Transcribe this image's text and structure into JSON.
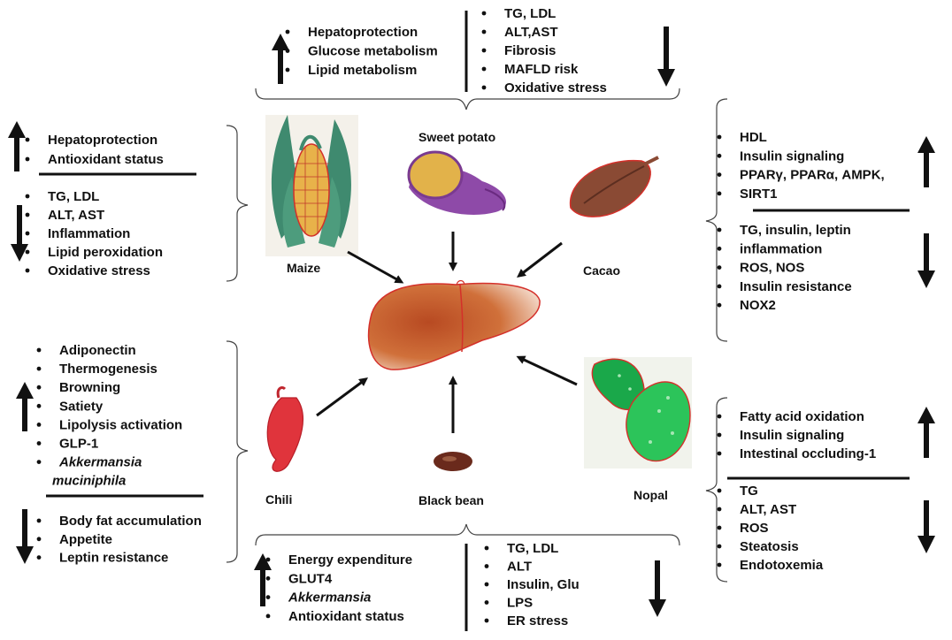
{
  "food_labels": {
    "maize": "Maize",
    "sweet_potato": "Sweet potato",
    "cacao": "Cacao",
    "chili": "Chili",
    "black_bean": "Black bean",
    "nopal": "Nopal"
  },
  "panels": {
    "top_up": [
      "Hepatoprotection",
      "Glucose metabolism",
      "Lipid metabolism"
    ],
    "top_down": [
      "TG, LDL",
      "ALT,AST",
      "Fibrosis",
      "MAFLD risk",
      "Oxidative stress"
    ],
    "maize_up": [
      "Hepatoprotection",
      "Antioxidant status"
    ],
    "maize_down": [
      "TG, LDL",
      "ALT, AST",
      "Inflammation",
      "Lipid peroxidation",
      "Oxidative stress"
    ],
    "cacao_up": [
      "HDL",
      "Insulin signaling",
      "PPARγ, PPARα, AMPK,",
      "SIRT1"
    ],
    "cacao_down": [
      "TG, insulin, leptin",
      "inflammation",
      "ROS, NOS",
      "Insulin resistance",
      "NOX2"
    ],
    "chili_up": [
      "Adiponectin",
      "Thermogenesis",
      "Browning",
      "Satiety",
      "Lipolysis activation",
      "GLP-1",
      "Akkermansia",
      "muciniphila"
    ],
    "chili_down": [
      "Body fat accumulation",
      "Appetite",
      "Leptin resistance"
    ],
    "nopal_up": [
      "Fatty acid oxidation",
      "Insulin signaling",
      "Intestinal occluding-1"
    ],
    "nopal_down": [
      "TG",
      "ALT, AST",
      "ROS",
      "Steatosis",
      "Endotoxemia"
    ],
    "bean_up": [
      "Energy expenditure",
      "GLUT4",
      "Akkermansia",
      "Antioxidant status"
    ],
    "bean_down": [
      "TG, LDL",
      "ALT",
      "Insulin, Glu",
      "LPS",
      "ER stress"
    ]
  },
  "colors": {
    "liver": "#c8602e",
    "liver_outline": "#d4302a",
    "maize_leaf": "#3f8a6f",
    "maize_cob": "#e8b24a",
    "sweet_potato_skin": "#8e4aa8",
    "sweet_potato_flesh": "#e2b24a",
    "cacao": "#8a4a34",
    "chili": "#e0343c",
    "black_bean": "#6a2a1c",
    "nopal": "#22b04a"
  },
  "icons": [
    "up-arrow-icon",
    "down-arrow-icon",
    "curly-brace-icon",
    "bullet-icon"
  ]
}
